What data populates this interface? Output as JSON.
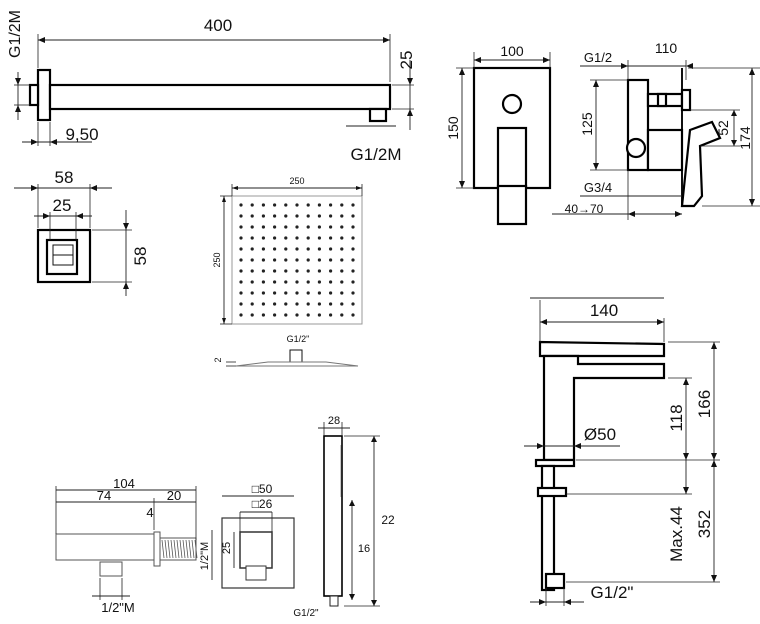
{
  "shower_arm": {
    "length": "400",
    "height": "25",
    "thread_left": "G1/2M",
    "thread_right": "G1/2M",
    "offset": "9,50"
  },
  "wall_flange": {
    "outer": "58",
    "inner": "25",
    "height": "58"
  },
  "rain_head": {
    "width": "250",
    "height": "250",
    "thickness": "2",
    "connection": "G1/2\""
  },
  "mixer_plate": {
    "width": "100",
    "height": "150"
  },
  "mixer_side": {
    "top_thread": "G1/2",
    "depth": "110",
    "dim_125": "125",
    "dim_52": "52",
    "dim_174": "174",
    "bottom_thread": "G3/4",
    "range": "40→70"
  },
  "basin_mixer": {
    "spout": "140",
    "diameter": "Ø50",
    "dim_118": "118",
    "dim_166": "166",
    "max": "Max.44",
    "dim_352": "352",
    "thread": "G1/2\""
  },
  "wall_outlet": {
    "total": "104",
    "body": "74",
    "thread_len": "20",
    "gap": "4",
    "thread_bottom": "1/2\"M",
    "square_outer": "□50",
    "square_inner": "□26",
    "dim_25": "25",
    "thread_side": "1/2\"M"
  },
  "hand_shower": {
    "width": "28",
    "length": "22",
    "dim_16": "16",
    "thread": "G1/2\""
  }
}
